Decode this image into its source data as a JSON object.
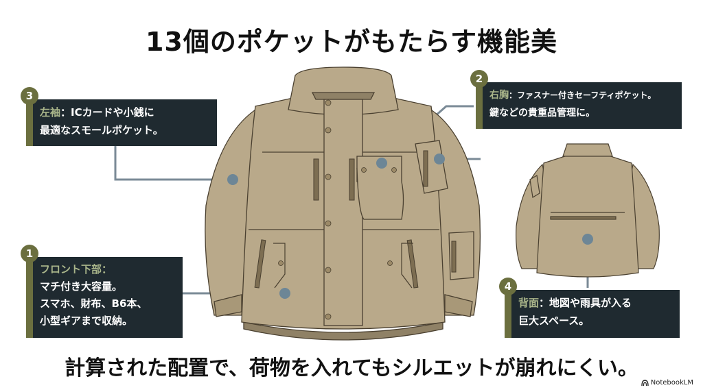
{
  "title": "13個のポケットがもたらす機能美",
  "footer": "計算された配置で、荷物を入れてもシルエットが崩れにくい。",
  "brand": {
    "label": "NotebookLM",
    "icon": "notebooklm-logo-icon"
  },
  "colors": {
    "accent_olive": "#6b6f3f",
    "box_bg": "#1f2a30",
    "highlight_text": "#a9b58a",
    "connector": "#7a8a96",
    "jacket_fill": "#b9a98a",
    "jacket_stroke": "#4a4030"
  },
  "callouts": [
    {
      "number": "1",
      "heading": "フロント下部：",
      "lines": [
        "マチ付き大容量。",
        "スマホ、財布、B6本、",
        "小型ギアまで収納。"
      ]
    },
    {
      "number": "2",
      "heading": "右胸",
      "text_after_heading": "：ファスナー付きセーフティポケット。",
      "lines": [
        "鍵などの貴重品管理に。"
      ]
    },
    {
      "number": "3",
      "heading": "左袖",
      "text_after_heading": "：ICカードや小銭に",
      "lines": [
        "最適なスモールポケット。"
      ]
    },
    {
      "number": "4",
      "heading": "背面",
      "text_after_heading": "：地図や雨具が入る",
      "lines": [
        "巨大スペース。"
      ]
    }
  ]
}
